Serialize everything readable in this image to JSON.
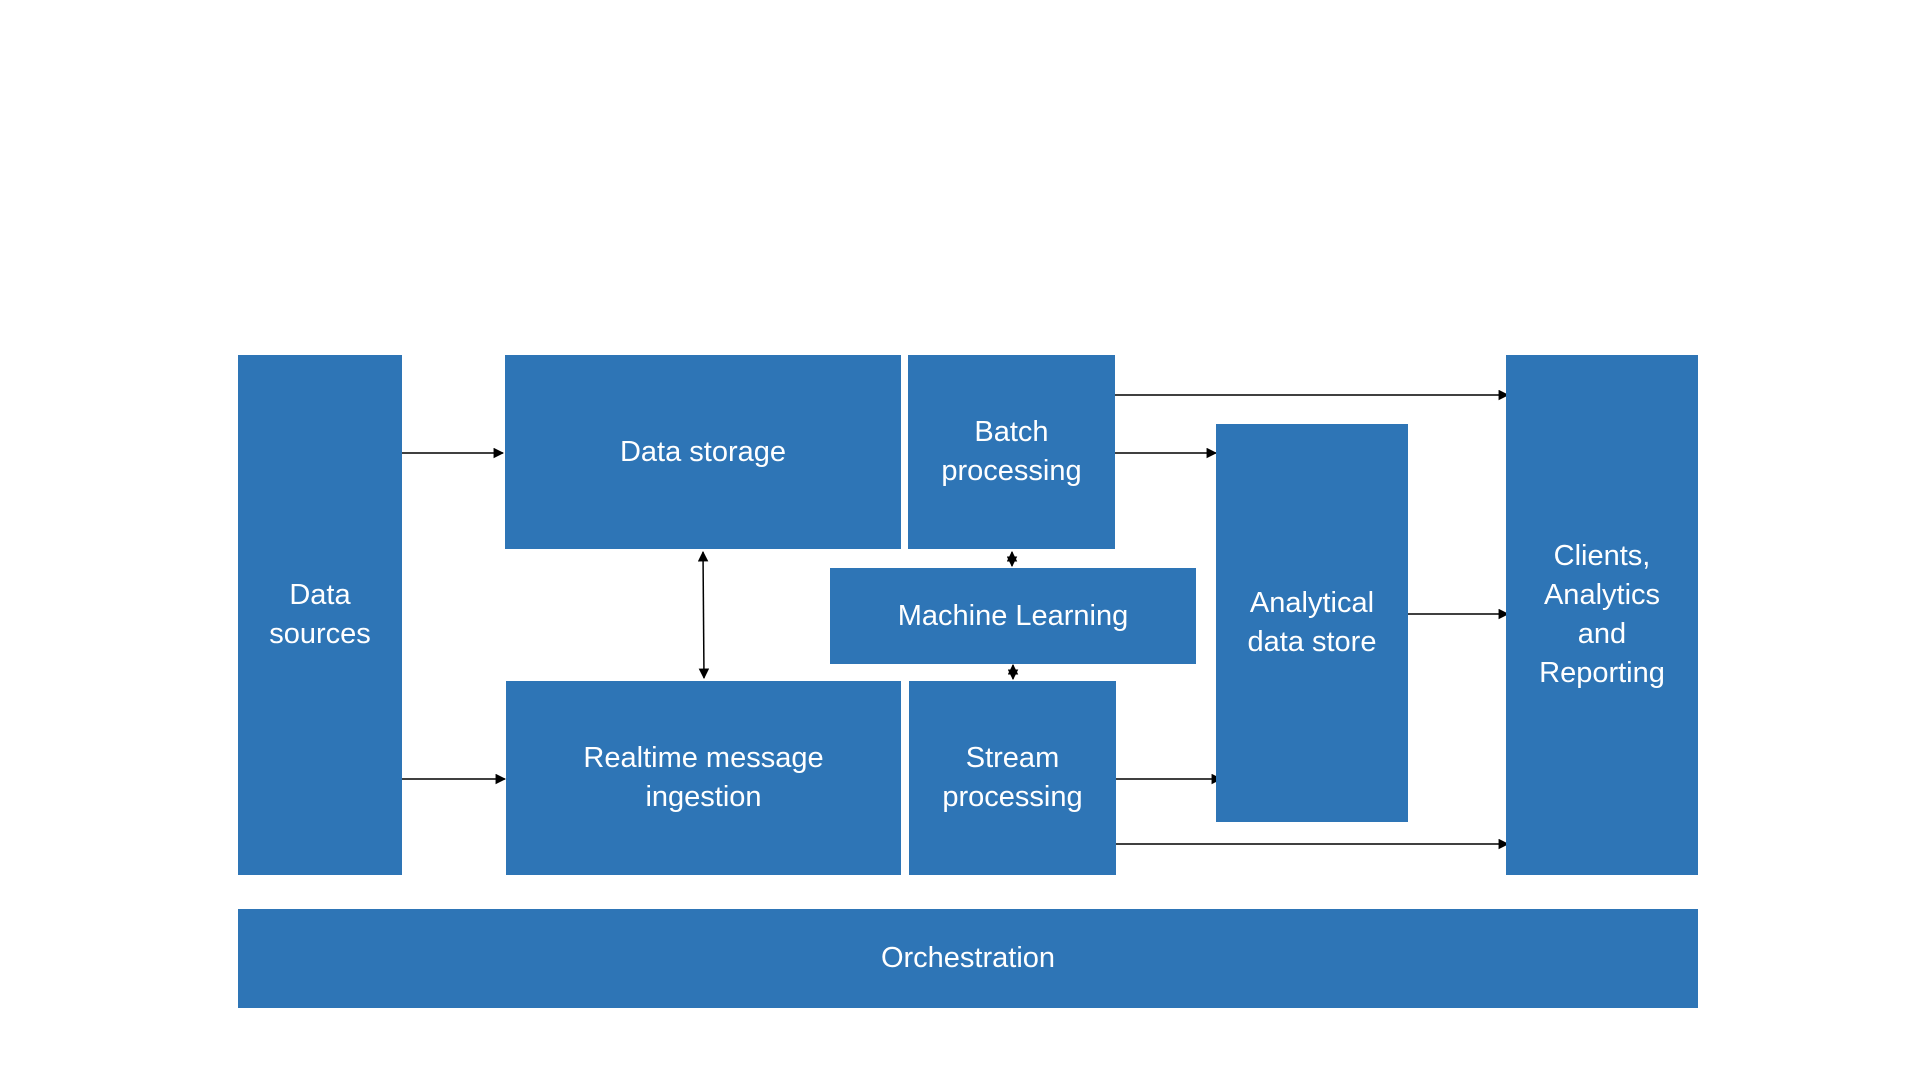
{
  "colors": {
    "box_fill": "#2e75b6",
    "box_text": "#ffffff",
    "connector": "#000000",
    "background": "#ffffff"
  },
  "nodes": {
    "data_sources": "Data\nsources",
    "data_storage": "Data storage",
    "batch_processing": "Batch\nprocessing",
    "machine_learning": "Machine Learning",
    "realtime_ingestion": "Realtime message\ningestion",
    "stream_processing": "Stream\nprocessing",
    "analytical_store": "Analytical\ndata store",
    "clients": "Clients,\nAnalytics\nand\nReporting",
    "orchestration": "Orchestration"
  },
  "edges": [
    {
      "from": "data_sources",
      "to": "data_storage",
      "direction": "forward"
    },
    {
      "from": "data_sources",
      "to": "realtime_ingestion",
      "direction": "forward"
    },
    {
      "from": "data_storage",
      "to": "realtime_ingestion",
      "direction": "both"
    },
    {
      "from": "batch_processing",
      "to": "machine_learning",
      "direction": "both"
    },
    {
      "from": "machine_learning",
      "to": "stream_processing",
      "direction": "both"
    },
    {
      "from": "batch_processing",
      "to": "analytical_store",
      "direction": "forward"
    },
    {
      "from": "batch_processing",
      "to": "clients",
      "direction": "forward"
    },
    {
      "from": "stream_processing",
      "to": "analytical_store",
      "direction": "forward"
    },
    {
      "from": "stream_processing",
      "to": "clients",
      "direction": "forward"
    },
    {
      "from": "analytical_store",
      "to": "clients",
      "direction": "forward"
    }
  ]
}
